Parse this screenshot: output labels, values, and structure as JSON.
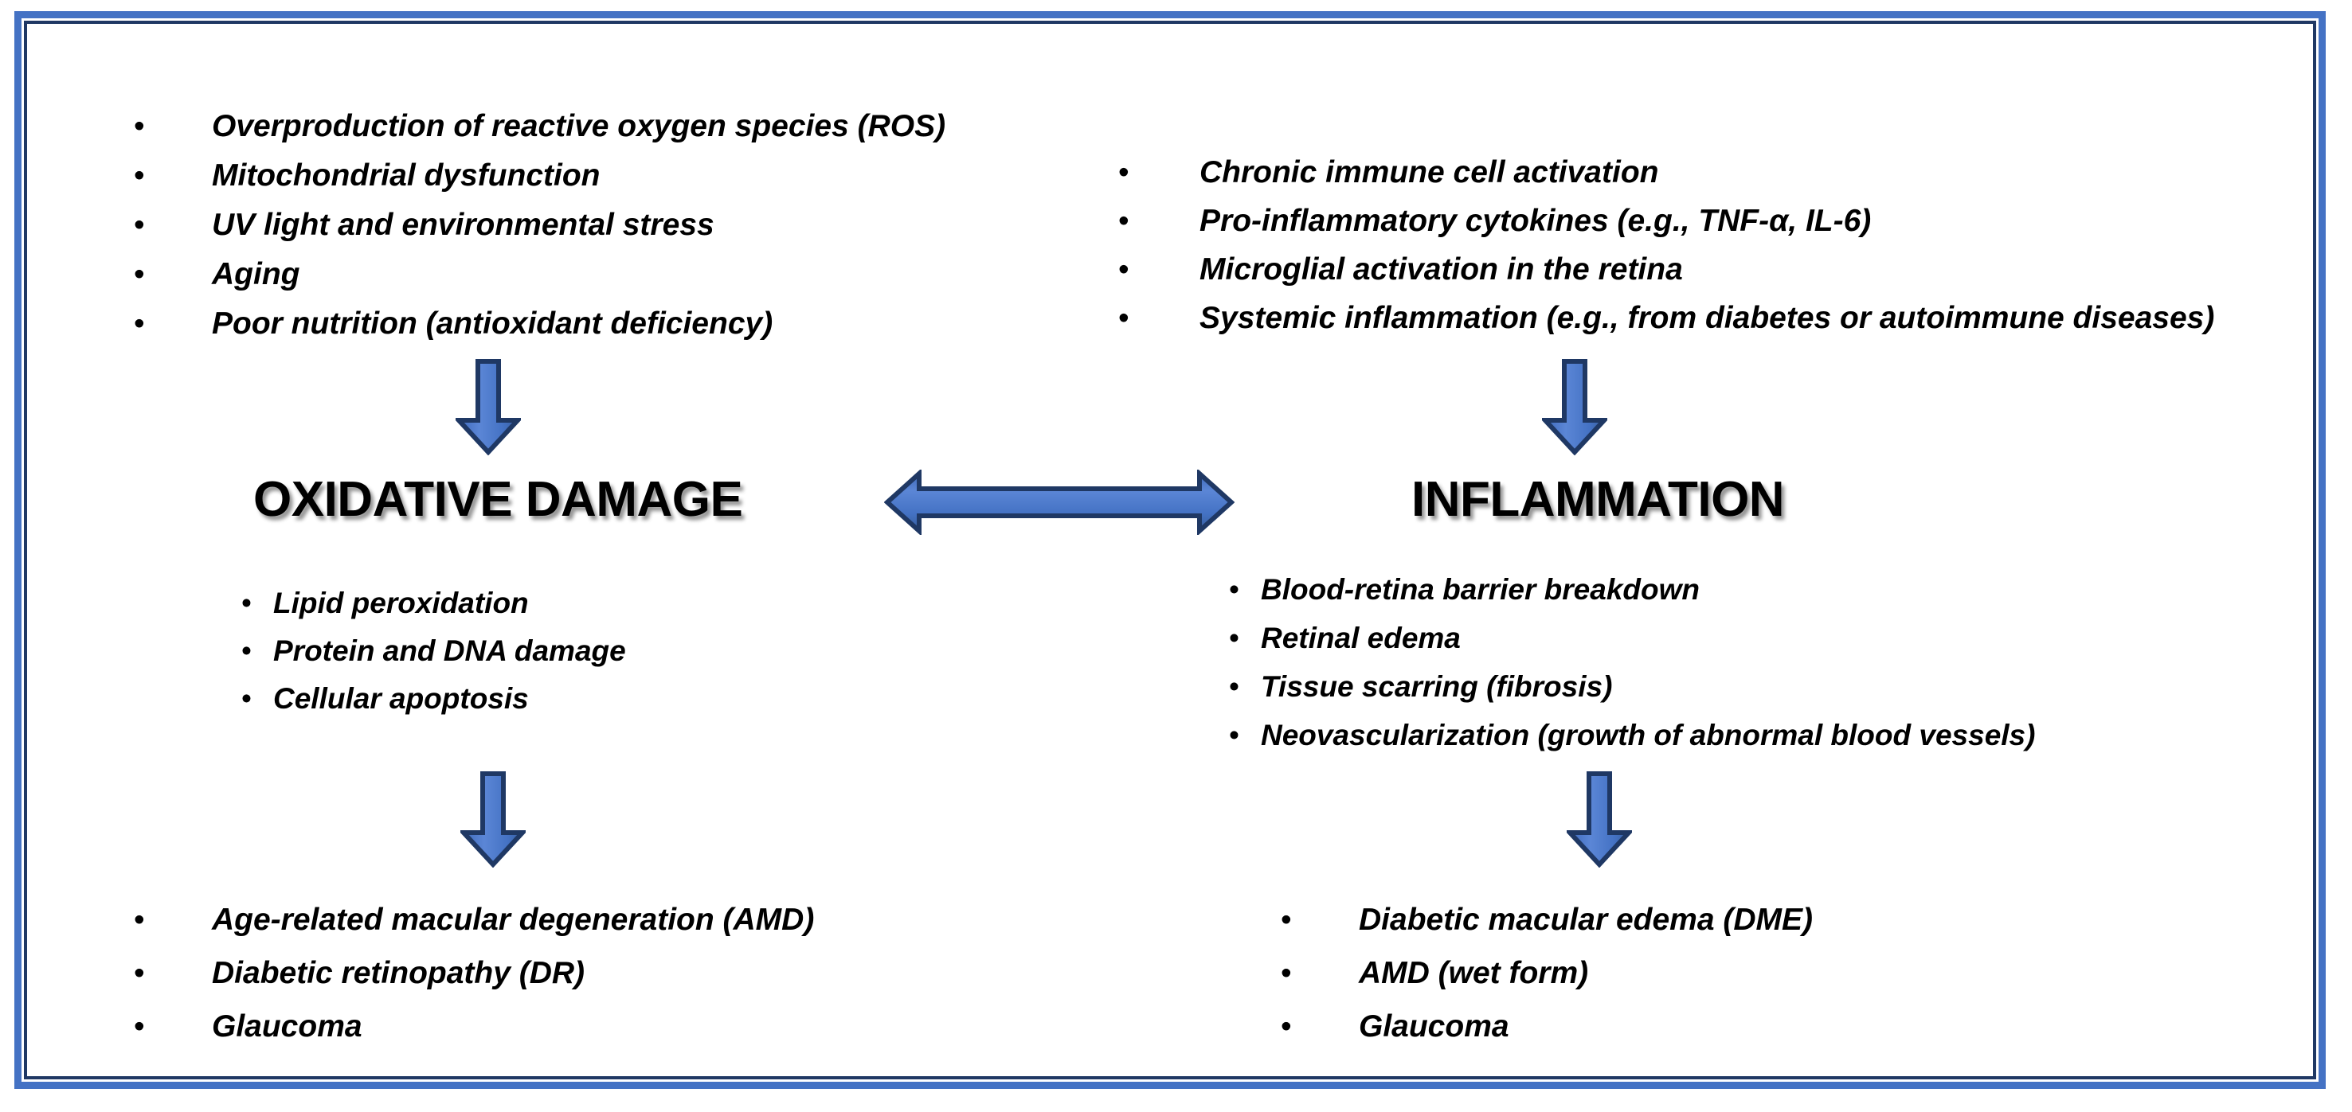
{
  "frame": {
    "outer_border_color": "#4472C4",
    "inner_border_color": "#1F3864",
    "background": "#ffffff"
  },
  "arrow_colors": {
    "fill_light": "#5B86D6",
    "fill_mid": "#4472C4",
    "fill_dark": "#3A62AE",
    "outline": "#1F3864"
  },
  "bullet_glyph": "•",
  "oxidative_branch": {
    "heading": "OXIDATIVE DAMAGE",
    "causes": [
      "Overproduction of reactive oxygen species (ROS)",
      "Mitochondrial dysfunction",
      "UV light and environmental stress",
      "Aging",
      "Poor nutrition (antioxidant deficiency)"
    ],
    "effects": [
      "Lipid peroxidation",
      "Protein and DNA damage",
      "Cellular apoptosis"
    ],
    "diseases": [
      "Age-related macular degeneration (AMD)",
      "Diabetic retinopathy (DR)",
      "Glaucoma"
    ]
  },
  "inflammation_branch": {
    "heading": "INFLAMMATION",
    "causes": [
      "Chronic immune cell activation",
      "Pro-inflammatory cytokines (e.g., TNF-α, IL-6)",
      "Microglial activation in the retina",
      "Systemic inflammation (e.g., from diabetes or autoimmune diseases)"
    ],
    "effects": [
      "Blood-retina barrier breakdown",
      "Retinal edema",
      "Tissue scarring (fibrosis)",
      "Neovascularization (growth of abnormal blood vessels)"
    ],
    "diseases": [
      "Diabetic macular edema (DME)",
      "AMD (wet form)",
      "Glaucoma"
    ]
  },
  "connectors": {
    "bidirectional_label": "oxidative-damage-inflammation-link",
    "down_arrows": [
      "oxidative-causes-to-heading",
      "oxidative-effects-to-diseases",
      "inflammation-causes-to-heading",
      "inflammation-effects-to-diseases"
    ]
  }
}
